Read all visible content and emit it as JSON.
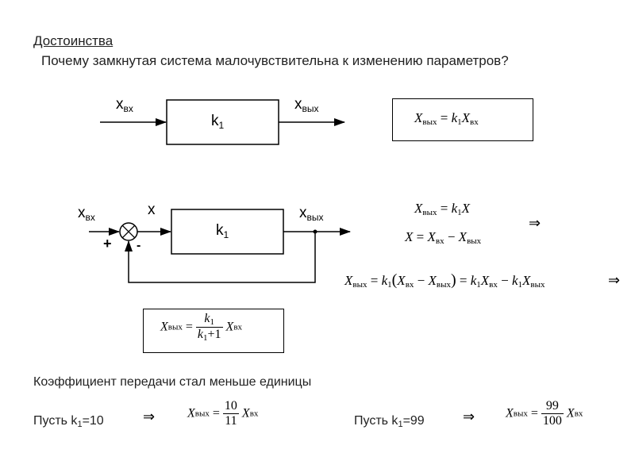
{
  "heading": "Достоинства",
  "question": "Почему замкнутая система малочувствительна к изменению параметров?",
  "open_loop": {
    "input_label": "x",
    "input_sub": "вх",
    "block_label": "k",
    "block_sub": "1",
    "output_label": "x",
    "output_sub": "вых",
    "formula": {
      "lhs": "X",
      "lhs_sub": "вых",
      "eq": "=",
      "k": "k",
      "k_sub": "1",
      "x": "X",
      "x_sub": "вх"
    }
  },
  "closed_loop": {
    "input_label": "x",
    "input_sub": "вх",
    "error_label": "x",
    "block_label": "k",
    "block_sub": "1",
    "output_label": "x",
    "output_sub": "вых",
    "plus_sign": "+",
    "minus_sign": "-"
  },
  "equations": {
    "eq1": {
      "lhs": "X",
      "lhs_sub": "вых",
      "eq": "=",
      "k": "k",
      "k_sub": "1",
      "x": "X"
    },
    "eq2": {
      "lhs": "X",
      "eq": "=",
      "a": "X",
      "a_sub": "вх",
      "minus": "−",
      "b": "X",
      "b_sub": "вых"
    },
    "implies1": "⇒",
    "eq3": {
      "lhs": "X",
      "lhs_sub": "вых",
      "eq1": "=",
      "k": "k",
      "k_sub": "1",
      "open": "(",
      "a": "X",
      "a_sub": "вх",
      "minus": "−",
      "b": "X",
      "b_sub": "вых",
      "close": ")",
      "eq2": "=",
      "k2": "k",
      "k2_sub": "1",
      "c": "X",
      "c_sub": "вх",
      "minus2": "−",
      "k3": "k",
      "k3_sub": "1",
      "d": "X",
      "d_sub": "вых"
    },
    "implies2": "⇒"
  },
  "result": {
    "lhs": "X",
    "lhs_sub": "вых",
    "eq": "=",
    "num_k": "k",
    "num_sub": "1",
    "den_k": "k",
    "den_sub": "1",
    "den_plus": "+1",
    "x": "X",
    "x_sub": "вх"
  },
  "note": "Коэффициент передачи стал меньше единицы",
  "example1": {
    "let": "Пусть k",
    "let_sub": "1",
    "let_val": "=10",
    "implies": "⇒",
    "lhs": "X",
    "lhs_sub": "вых",
    "eq": "=",
    "num": "10",
    "den": "11",
    "x": "X",
    "x_sub": "вх"
  },
  "example2": {
    "let": "Пусть k",
    "let_sub": "1",
    "let_val": "=99",
    "implies": "⇒",
    "lhs": "X",
    "lhs_sub": "вых",
    "eq": "=",
    "num": "99",
    "den": "100",
    "x": "X",
    "x_sub": "вх"
  }
}
